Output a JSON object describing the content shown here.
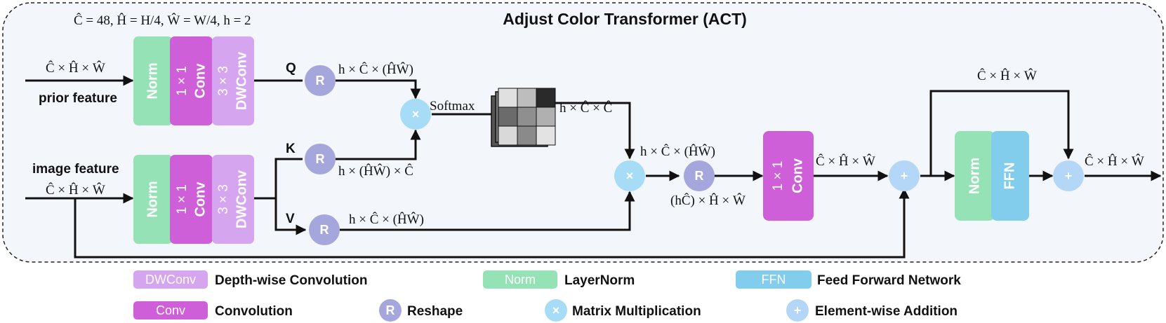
{
  "title": "Adjust Color Transformer (ACT)",
  "params": "Ĉ = 48,  Ĥ = H/4,  Ŵ = W/4,  h = 2",
  "inputs": {
    "prior_label": "prior feature",
    "image_label": "image feature",
    "prior_dim": "Ĉ × Ĥ × Ŵ",
    "image_dim": "Ĉ × Ĥ × Ŵ"
  },
  "branch_labels": {
    "q": "Q",
    "k": "K",
    "v": "V"
  },
  "blocks": {
    "norm": "Norm",
    "conv1x1": "1 × 1",
    "conv": "Conv",
    "dw3x3": "3 × 3",
    "dwconv": "DWConv",
    "ffn": "FFN"
  },
  "symbols": {
    "reshape": "R",
    "matmul": "×",
    "add": "+"
  },
  "dims": {
    "q_out": "h × Ĉ × (ĤŴ)",
    "k_out": "h × (ĤŴ) × Ĉ",
    "v_out": "h × Ĉ × (ĤŴ)",
    "softmax": "Softmax",
    "attn": "h × Ĉ × Ĉ",
    "mm2_out": "h × Ĉ × (ĤŴ)",
    "reshape_out": "(hĈ) × Ĥ × Ŵ",
    "conv_out": "Ĉ × Ĥ × Ŵ",
    "skip": "Ĉ × Ĥ × Ŵ",
    "final": "Ĉ × Ĥ × Ŵ"
  },
  "legend": [
    {
      "box": "DWConv",
      "text": "Depth-wise Convolution"
    },
    {
      "box": "Norm",
      "text": "LayerNorm"
    },
    {
      "box": "FFN",
      "text": "Feed Forward Network"
    },
    {
      "box": "Conv",
      "text": "Convolution"
    },
    {
      "box": "R",
      "text": "Reshape"
    },
    {
      "box": "×",
      "text": "Matrix Multiplication"
    },
    {
      "box": "+",
      "text": "Element-wise Addition"
    }
  ],
  "colors": {
    "norm": "#95e2b6",
    "conv": "#cf5ed9",
    "dwconv": "#d6a5f0",
    "ffn": "#82ccec",
    "reshape": "#a5a6dc",
    "matmul": "#a6dcf6",
    "add": "#b5d7f7",
    "panel": "#f3f7fb"
  }
}
